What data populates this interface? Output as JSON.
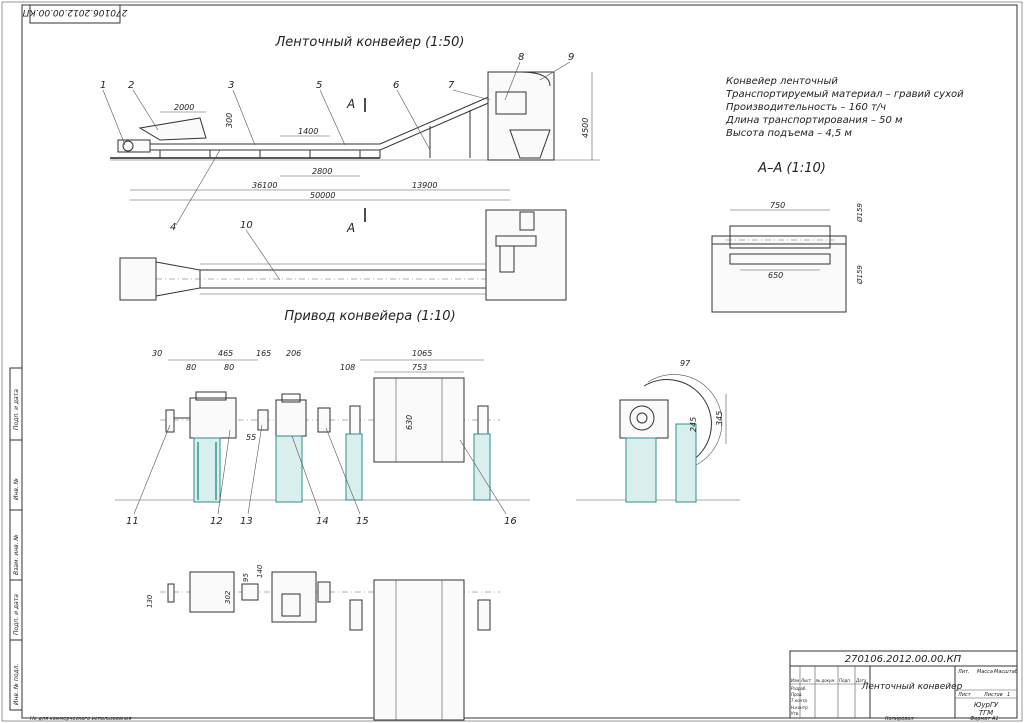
{
  "drawing": {
    "corner_code": "270106.2012.00.00.КП",
    "title_main": "Ленточный конвейер (1:50)",
    "title_drive": "Привод конвейера (1:10)",
    "title_section": "А–А (1:10)",
    "section_marker": "А"
  },
  "specs": [
    "Конвейер ленточный",
    "Транспортируемый материал – гравий сухой",
    "Производительность – 160 т/ч",
    "Длина транспортирования – 50 м",
    "Высота подъема – 4,5 м"
  ],
  "callouts_main": [
    "1",
    "2",
    "3",
    "4",
    "5",
    "6",
    "7",
    "8",
    "9",
    "10"
  ],
  "callouts_drive": [
    "11",
    "12",
    "13",
    "14",
    "15",
    "16"
  ],
  "dims_main": {
    "d2000": "2000",
    "d300": "300",
    "d1400": "1400",
    "d2800": "2800",
    "d36100": "36100",
    "d13900": "13900",
    "d50000": "50000",
    "d4500": "4500"
  },
  "dims_section": {
    "d750": "750",
    "d650": "650",
    "d159a": "Ø159",
    "d159b": "Ø159"
  },
  "dims_drive": {
    "d30": "30",
    "d80a": "80",
    "d465": "465",
    "d80b": "80",
    "d165": "165",
    "d206": "206",
    "d108": "108",
    "d1065": "1065",
    "d753": "753",
    "d55": "55",
    "d630": "630"
  },
  "dims_side": {
    "d97": "97",
    "d245": "245",
    "d345": "345"
  },
  "dims_plan": {
    "d130": "130",
    "d302": "302",
    "d95": "95",
    "d140": "140"
  },
  "titleblock": {
    "code": "270106.2012.00.00.КП",
    "name": "Ленточный конвейер",
    "col_izm": "Изм",
    "col_list": "Лист",
    "col_doc": "№ докум.",
    "col_sign": "Подп.",
    "col_date": "Дата",
    "row_dev": "Разраб.",
    "row_check": "Пров.",
    "row_tcontr": "Т.контр.",
    "row_ncontr": "Н.контр.",
    "row_appr": "Утв.",
    "lit": "Лит.",
    "mass": "Масса",
    "scale": "Масштаб",
    "sheet": "Лист",
    "sheets": "Листов",
    "sheets_val": "1",
    "org1": "ЮурГУ",
    "org2": "ТГМ",
    "copied": "Копировал",
    "format": "Формат",
    "format_val": "А1"
  },
  "side_stamp": {
    "s1": "Подп. и дата",
    "s2": "Инв. №",
    "s3": "Взам. инв. №",
    "s4": "Подп. и дата",
    "s5": "Инв. № подл."
  },
  "footer_note": "Не для коммерческого использования"
}
